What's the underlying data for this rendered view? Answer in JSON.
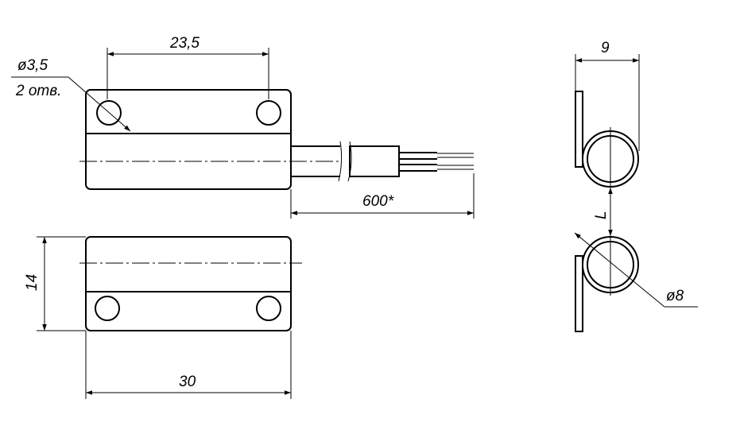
{
  "labels": {
    "hole_diameter": "ø3,5",
    "hole_count": "2 отв.",
    "hole_spacing": "23,5",
    "cable_length": "600*",
    "height": "14",
    "width": "30",
    "thickness": "9",
    "gap": "L",
    "magnet_diameter": "ø8"
  }
}
